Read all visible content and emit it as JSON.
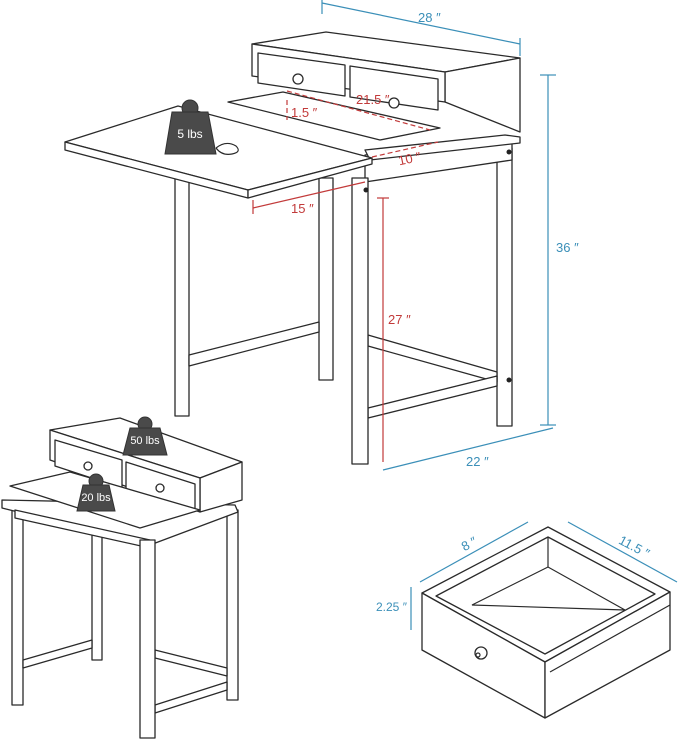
{
  "dimensions": {
    "width": "28 ″",
    "height": "36 ″",
    "depth": "22 ″",
    "leg_height": "27 ″",
    "extension": "15 ″",
    "extension_depth": "10 ″",
    "shelf_width": "21.5 ″",
    "shelf_height": "1.5 ″",
    "drawer_width": "8 ″",
    "drawer_depth": "11.5 ″",
    "drawer_height": "2.25 ″"
  },
  "weights": {
    "extension_load": "5 lbs",
    "hutch_load": "50 lbs",
    "desk_load": "20 lbs"
  },
  "colors": {
    "dimension_blue": "#3b8fb8",
    "dimension_red": "#c23a3a"
  }
}
